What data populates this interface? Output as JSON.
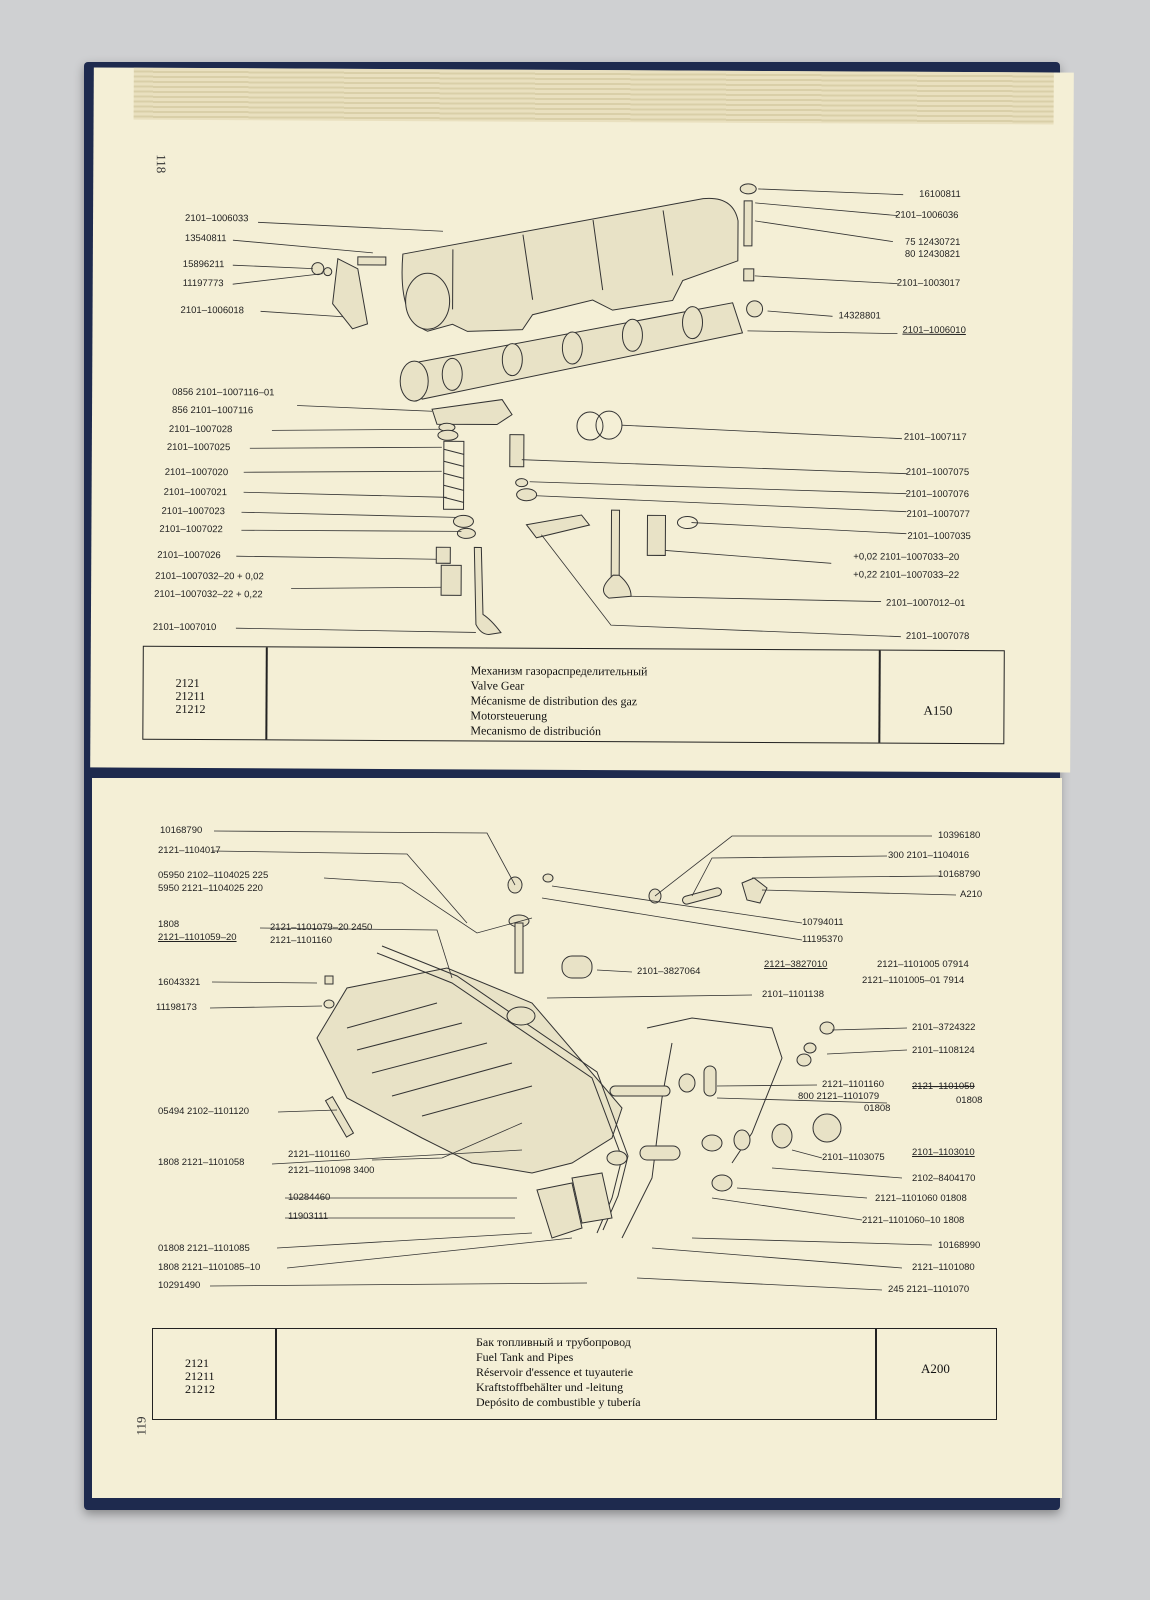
{
  "upper": {
    "page_number": "118",
    "labels_left": [
      {
        "text": "2101–1006033"
      },
      {
        "text": "13540811"
      },
      {
        "text": "15896211"
      },
      {
        "text": "11197773"
      },
      {
        "text": "2101–1006018"
      },
      {
        "text": "0856 2101–1007116–01"
      },
      {
        "text": "856  2101–1007116"
      },
      {
        "text": "2101–1007028"
      },
      {
        "text": "2101–1007025"
      },
      {
        "text": "2101–1007020"
      },
      {
        "text": "2101–1007021"
      },
      {
        "text": "2101–1007023"
      },
      {
        "text": "2101–1007022"
      },
      {
        "text": "2101–1007026"
      },
      {
        "text": "2101–1007032–20  + 0,02"
      },
      {
        "text": "2101–1007032–22  + 0,22"
      },
      {
        "text": "2101–1007010"
      }
    ],
    "labels_right": [
      {
        "text": "16100811"
      },
      {
        "text": "2101–1006036"
      },
      {
        "text": "75  12430721"
      },
      {
        "text": "80  12430821"
      },
      {
        "text": "2101–1003017"
      },
      {
        "text": "14328801"
      },
      {
        "text": "2101–1006010"
      },
      {
        "text": "2101–1007117"
      },
      {
        "text": "2101–1007075"
      },
      {
        "text": "2101–1007076"
      },
      {
        "text": "2101–1007077"
      },
      {
        "text": "2101–1007035"
      },
      {
        "text": "+0,02  2101–1007033–20"
      },
      {
        "text": "+0,22  2101–1007033–22"
      },
      {
        "text": "2101–1007012–01"
      },
      {
        "text": "2101–1007078"
      }
    ],
    "models": [
      "2121",
      "21211",
      "21212"
    ],
    "titles": [
      "Механизм газораспределительный",
      "Valve Gear",
      "Mécanisme de distribution des gaz",
      "Motorsteuerung",
      "Mecanismo de distribución"
    ],
    "code": "A150"
  },
  "lower": {
    "page_number": "119",
    "labels_left": [
      {
        "text": "10168790"
      },
      {
        "text": "2121–1104017"
      },
      {
        "text": "05950 2102–1104025 225"
      },
      {
        "text": "5950  2121–1104025 220"
      },
      {
        "text": "1808"
      },
      {
        "text": "2121–1101059–20"
      },
      {
        "text": "2121–1101079–20  2450"
      },
      {
        "text": "2121–1101160"
      },
      {
        "text": "16043321"
      },
      {
        "text": "11198173"
      },
      {
        "text": "05494 2102–1101120"
      },
      {
        "text": "2121–1101160"
      },
      {
        "text": "2121–1101098  3400"
      },
      {
        "text": "1808 2121–1101058"
      },
      {
        "text": "10284460"
      },
      {
        "text": "11903111"
      },
      {
        "text": "01808 2121–1101085"
      },
      {
        "text": "1808  2121–1101085–10"
      },
      {
        "text": "10291490"
      }
    ],
    "labels_right": [
      {
        "text": "10396180"
      },
      {
        "text": "300  2101–1104016"
      },
      {
        "text": "10168790"
      },
      {
        "text": "A210"
      },
      {
        "text": "10794011"
      },
      {
        "text": "11195370"
      },
      {
        "text": "2101–3827064"
      },
      {
        "text": "2121–3827010"
      },
      {
        "text": "2121–1101005 07914"
      },
      {
        "text": "2121–1101005–01  7914"
      },
      {
        "text": "2101–1101138"
      },
      {
        "text": "2101–3724322"
      },
      {
        "text": "2101–1108124"
      },
      {
        "text": "2121–1101160"
      },
      {
        "text": "800  2121–1101079"
      },
      {
        "text": "01808"
      },
      {
        "text": "2121–1101059"
      },
      {
        "text": "01808"
      },
      {
        "text": "2101–1103075"
      },
      {
        "text": "2101–1103010"
      },
      {
        "text": "2102–8404170"
      },
      {
        "text": "2121–1101060 01808"
      },
      {
        "text": "2121–1101060–10  1808"
      },
      {
        "text": "10168990"
      },
      {
        "text": "2121–1101080"
      },
      {
        "text": "245  2121–1101070"
      }
    ],
    "models": [
      "2121",
      "21211",
      "21212"
    ],
    "titles": [
      "Бак топливный и трубопровод",
      "Fuel Tank and Pipes",
      "Réservoir d'essence et tuyauterie",
      "Kraftstoffbehälter und -leitung",
      "Depósito de combustible y tubería"
    ],
    "code": "A200"
  }
}
